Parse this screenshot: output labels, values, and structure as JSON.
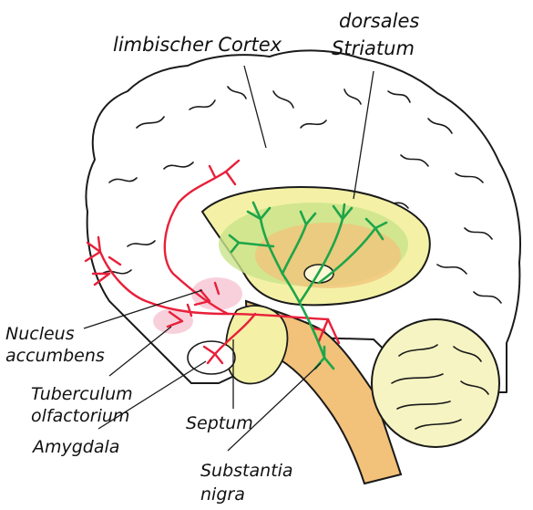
{
  "labels": {
    "limbic_cortex": "limbischer Cortex",
    "dorsal_striatum_line1": "dorsales",
    "dorsal_striatum_line2": "Striatum",
    "nucleus_accumbens_line1": "Nucleus",
    "nucleus_accumbens_line2": "accumbens",
    "tuberculum_line1": "Tuberculum",
    "tuberculum_line2": "olfactorium",
    "septum": "Septum",
    "amygdala": "Amygdala",
    "substantia_nigra_line1": "Substantia",
    "substantia_nigra_line2": "nigra"
  },
  "colors": {
    "mesolimbic_pathway": "#e8203a",
    "nigrostriatal_pathway": "#1ea54a",
    "striatum_fill": "#f4f1a6",
    "striatum_inner": "#c9e48a",
    "brainstem_fill": "#f2c27a",
    "cerebellum_fill": "#f6f4c2",
    "highlight_pink": "#f7c8d6"
  }
}
